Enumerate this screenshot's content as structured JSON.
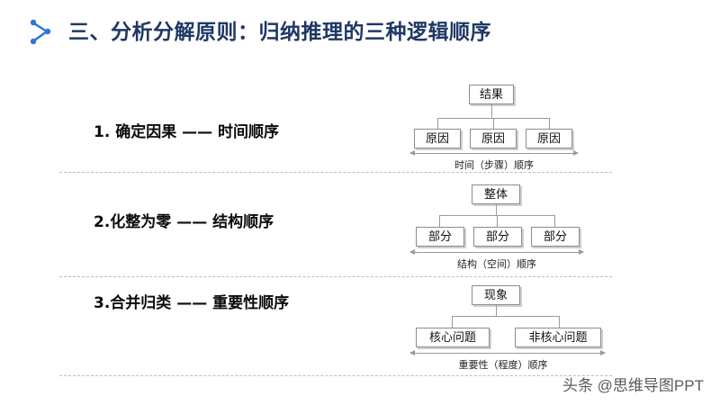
{
  "header": {
    "title": "三、分析分解原则：归纳推理的三种逻辑顺序",
    "logo_icon": "connected-nodes-icon",
    "accent_color": "#2e75d6"
  },
  "rows": [
    {
      "label": "1. 确定因果  ——  时间顺序",
      "top": "结果",
      "children": [
        "原因",
        "原因",
        "原因"
      ],
      "caption": "时间（步骤）顺序"
    },
    {
      "label": "2.化整为零  ——  结构顺序",
      "top": "整体",
      "children": [
        "部分",
        "部分",
        "部分"
      ],
      "caption": "结构（空间）顺序"
    },
    {
      "label": "3.合并归类  ——  重要性顺序",
      "top": "现象",
      "children": [
        "核心问题",
        "非核心问题"
      ],
      "caption": "重要性（程度）顺序"
    }
  ],
  "watermark": "头条 @思维导图PPT"
}
